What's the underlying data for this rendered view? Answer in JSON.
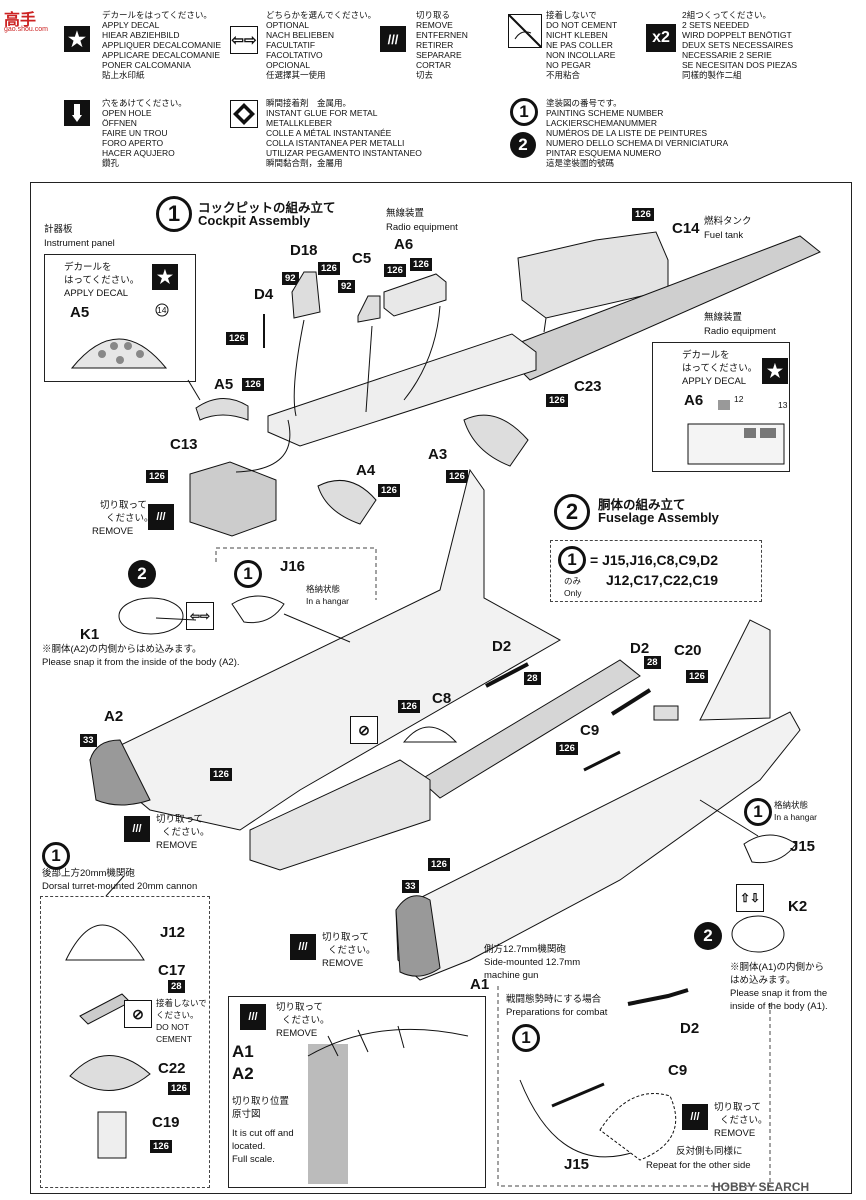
{
  "watermark_top": "高手",
  "legend": {
    "apply_decal": [
      "デカールをはってください。",
      "APPLY DECAL",
      "HIEAR ABZIEHBILD",
      "APPLIQUER DECALCOMANIE",
      "APPLICARE DECALCOMANIE",
      "PONER CALCOMANIA",
      "貼上水印紙"
    ],
    "optional": [
      "どちらかを選んでください。",
      "OPTIONAL",
      "NACH BELIEBEN",
      "FACULTATIF",
      "FACOLTATIVO",
      "OPCIONAL",
      "任選擇其一使用"
    ],
    "remove": [
      "切り取る",
      "REMOVE",
      "ENTFERNEN",
      "RETIRER",
      "SEPARARE",
      "CORTAR",
      "切去"
    ],
    "do_not_cement": [
      "接着しないで",
      "DO NOT CEMENT",
      "NICHT KLEBEN",
      "NE PAS COLLER",
      "NON INCOLLARE",
      "NO PEGAR",
      "不用粘合"
    ],
    "x2": [
      "2組つくってください。",
      "2 SETS NEEDED",
      "WIRD DOPPELT BENÖTIGT",
      "DEUX SETS NECESSAIRES",
      "NECESSARIE 2 SERIE",
      "SE NECESITAN DOS PIEZAS",
      "同樣的製作二組"
    ],
    "x2_label": "x2",
    "open_hole": [
      "穴をあけてください。",
      "OPEN HOLE",
      "ÖFFNEN",
      "FAIRE UN TROU",
      "FORO APERTO",
      "HACER AQUJERO",
      "鑽孔"
    ],
    "glue_metal": [
      "瞬間接着剤　金属用。",
      "INSTANT GLUE FOR METAL",
      "METALLKLEBER",
      "COLLE A MÉTAL INSTANTANÉE",
      "COLLA ISTANTANEA PER METALLI",
      "UTILIZAR PEGAMENTO INSTANTANEO",
      "瞬間黏合劑，金屬用"
    ],
    "scheme1": [
      "塗装図の番号です。",
      "PAINTING SCHEME NUMBER",
      "LACKIERSCHEMANUMMER",
      "NUMÉROS DE LA LISTE DE PEINTURES",
      "NUMERO DELLO SCHEMA DI VERNICIATURA",
      "PINTAR ESQUEMA NUMERO",
      "這是塗裝圖的號碼"
    ],
    "scheme_num1": "1",
    "scheme_num2": "2"
  },
  "step1": {
    "num": "1",
    "title_jp": "コックピットの組み立て",
    "title_en": "Cockpit Assembly",
    "instrument_jp": "計器板",
    "instrument_en": "Instrument panel",
    "apply_decal_jp1": "デカールを",
    "apply_decal_jp2": "はってください。",
    "apply_decal_en": "APPLY DECAL",
    "radio_jp": "無線装置",
    "radio_en": "Radio equipment",
    "fuel_jp": "燃料タンク",
    "fuel_en": "Fuel tank",
    "radio2_jp": "無線装置",
    "radio2_en": "Radio equipment",
    "remove_jp1": "切り取って",
    "remove_jp2": "ください。",
    "remove_en": "REMOVE",
    "decal14": "14",
    "decal12": "12",
    "decal13": "13"
  },
  "step2": {
    "num": "2",
    "title_jp": "胴体の組み立て",
    "title_en": "Fuselage Assembly",
    "only_num": "1",
    "only_jp": "のみ",
    "only_en": "Only",
    "only_parts1": "= J15,J16,C8,C9,D2",
    "only_parts2": "J12,C17,C22,C19",
    "hangar_jp": "格納状態",
    "hangar_en": "In a hangar",
    "snap_a2_jp": "※胴体(A2)の内側からはめ込みます。",
    "snap_a2_en": "Please snap it from the inside of the body (A2).",
    "snap_a1_jp1": "※胴体(A1)の内側から",
    "snap_a1_jp2": "はめ込みます。",
    "snap_a1_en1": "Please snap it from the",
    "snap_a1_en2": "inside of the body (A1).",
    "dorsal_jp": "後部上方20mm機関砲",
    "dorsal_en": "Dorsal turret-mounted 20mm cannon",
    "side_jp": "側方12.7mm機関砲",
    "side_en1": "Side-mounted 12.7mm",
    "side_en2": "machine gun",
    "combat_jp": "戦闘態勢時にする場合",
    "combat_en": "Preparations for combat",
    "cut_jp": "切り取り位置",
    "cut_jp2": "原寸図",
    "cut_en1": "It is cut off and",
    "cut_en2": "located.",
    "cut_en3": "Full scale.",
    "other_side_jp": "反対側も同様に",
    "other_side_en": "Repeat for the other side",
    "dnc_jp1": "接着しないで",
    "dnc_jp2": "ください。",
    "dnc_en1": "DO NOT",
    "dnc_en2": "CEMENT"
  },
  "parts": {
    "A1": "A1",
    "A2": "A2",
    "A3": "A3",
    "A4": "A4",
    "A5": "A5",
    "A6": "A6",
    "C5": "C5",
    "C8": "C8",
    "C9": "C9",
    "C13": "C13",
    "C14": "C14",
    "C17": "C17",
    "C19": "C19",
    "C20": "C20",
    "C22": "C22",
    "C23": "C23",
    "D2": "D2",
    "D4": "D4",
    "D18": "D18",
    "J12": "J12",
    "J15": "J15",
    "J16": "J16",
    "K1": "K1",
    "K2": "K2"
  },
  "colors": {
    "c126": "126",
    "c92": "92",
    "c33": "33",
    "c28": "28"
  },
  "footer_watermark": "HOBBY SEARCH"
}
